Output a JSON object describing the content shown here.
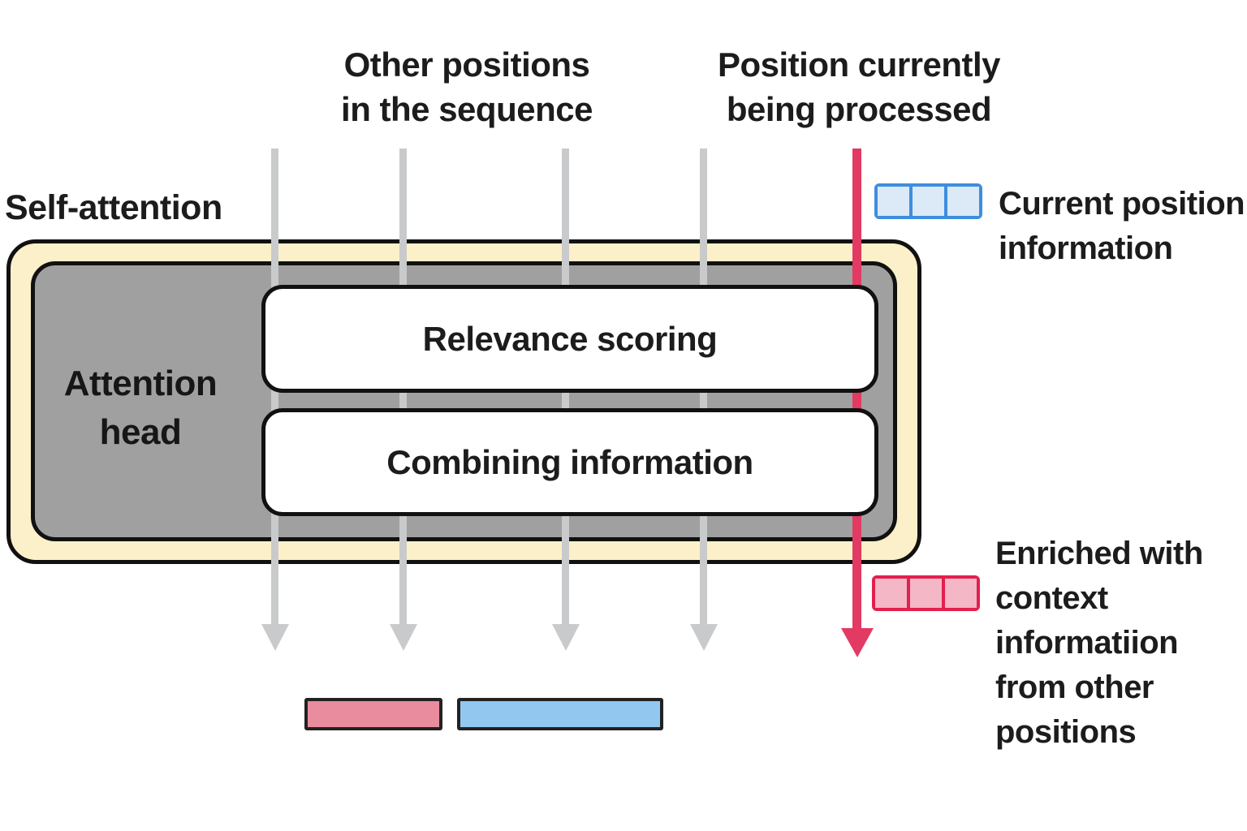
{
  "title_labels": {
    "other_positions": {
      "lines": [
        "Other positions",
        "in the sequence"
      ]
    },
    "current_position": {
      "lines": [
        "Position currently",
        "being processed"
      ]
    }
  },
  "self_attention": {
    "label": "Self-attention"
  },
  "attention_head": {
    "lines": [
      "Attention",
      "head"
    ]
  },
  "process_boxes": {
    "relevance": "Relevance scoring",
    "combining": "Combining information"
  },
  "legend": {
    "current": {
      "lines": [
        "Current position",
        "information"
      ],
      "cells": 3
    },
    "enriched": {
      "lines": [
        "Enriched with",
        "context",
        "informatiion",
        "from other",
        "positions"
      ],
      "cells": 3
    }
  },
  "arrows": {
    "gray_flow_count": 4,
    "red_flow_count": 1
  },
  "colors": {
    "outer_box_fill": "#FBF0C9",
    "inner_box_fill": "#A0A0A0",
    "box_border": "#111111",
    "gray_arrow": "#C9CACB",
    "red_arrow": "#E23A63",
    "legend_blue_border": "#3E8EDE",
    "legend_blue_fill": "#DCE9F7",
    "legend_pink_border": "#E2204E",
    "legend_pink_fill": "#F4B7C5",
    "bar_pink_fill": "#E98C9D",
    "bar_blue_fill": "#92C8F0"
  }
}
